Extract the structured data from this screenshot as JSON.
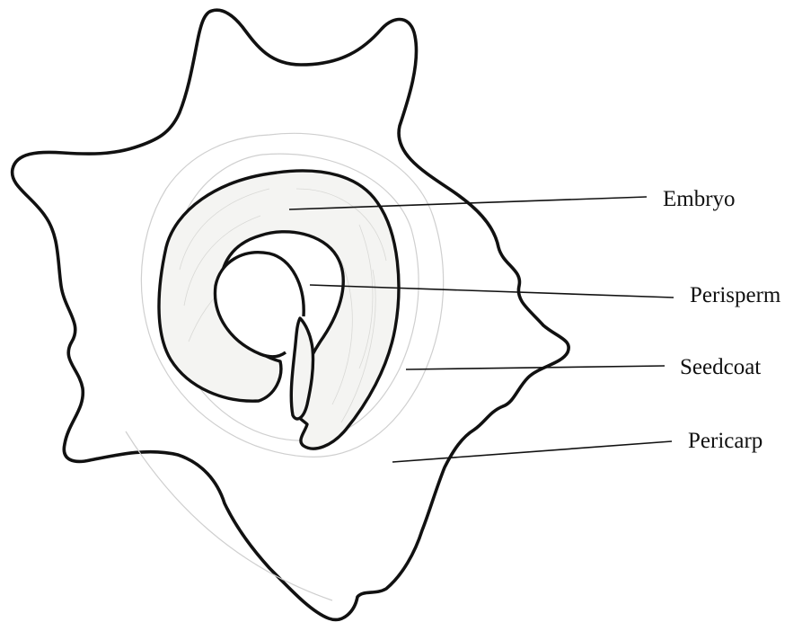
{
  "diagram": {
    "labels": [
      {
        "id": "embryo",
        "text": "Embryo"
      },
      {
        "id": "perisperm",
        "text": "Perisperm"
      },
      {
        "id": "seedcoat",
        "text": "Seedcoat"
      },
      {
        "id": "pericarp",
        "text": "Pericarp"
      }
    ]
  }
}
